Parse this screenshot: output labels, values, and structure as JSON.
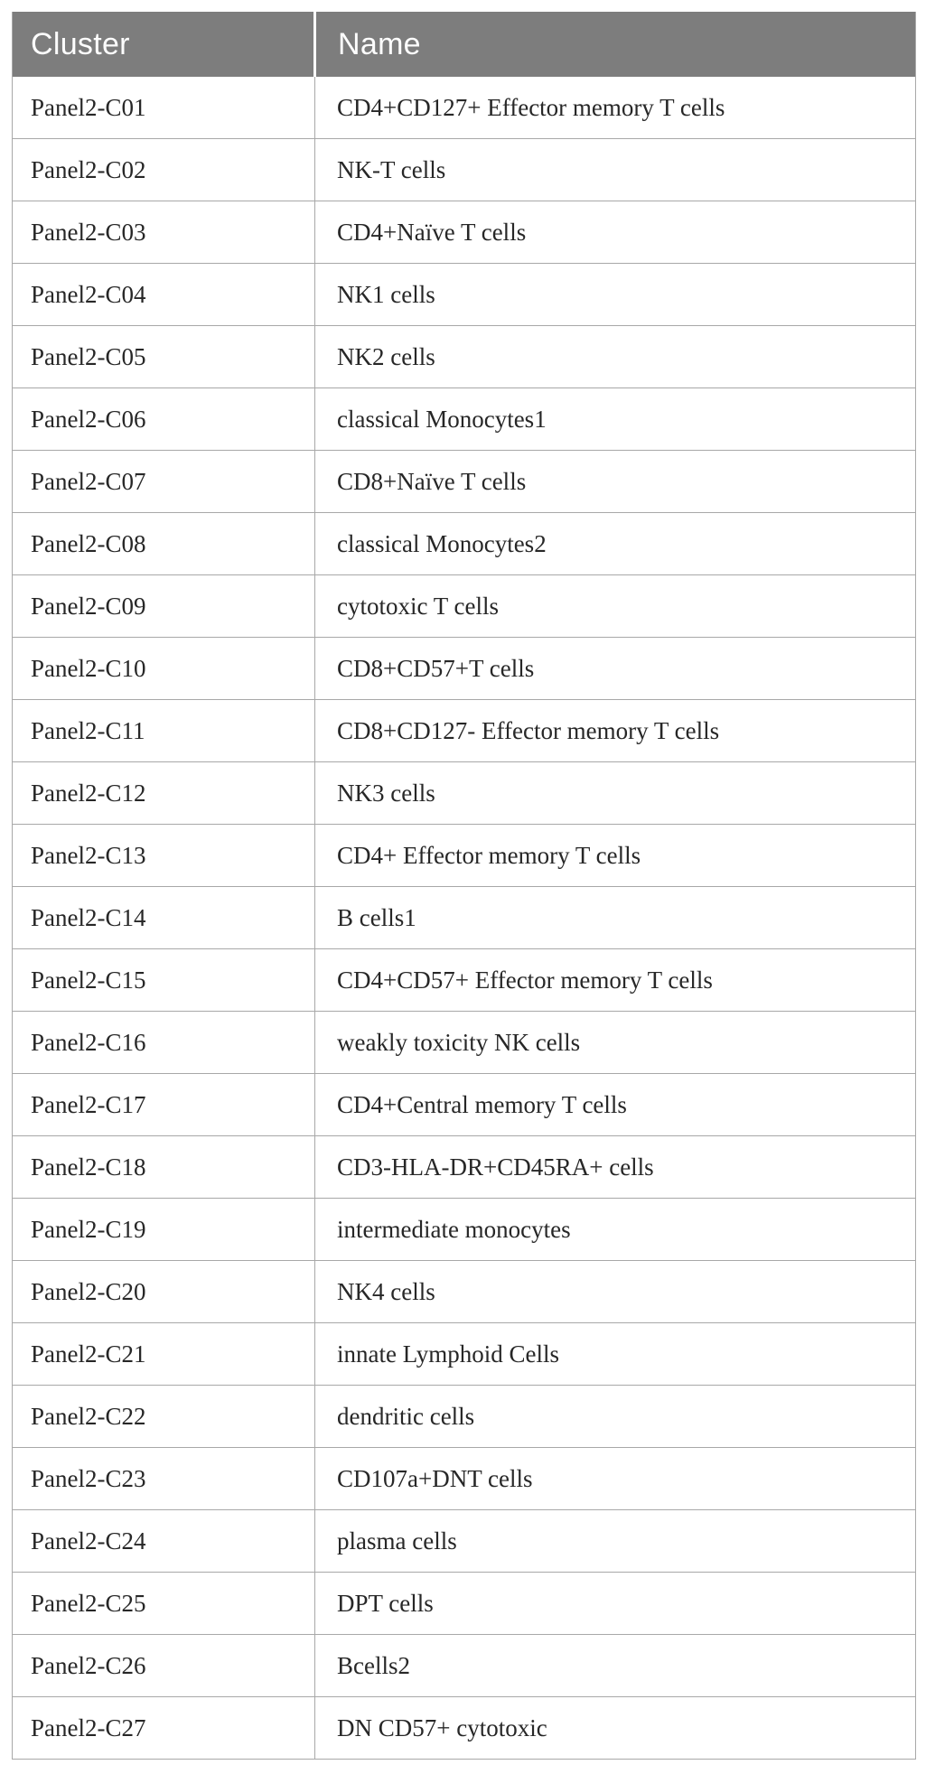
{
  "table": {
    "columns": {
      "cluster": "Cluster",
      "name": "Name"
    },
    "rows": [
      {
        "cluster": "Panel2-C01",
        "name": "CD4+CD127+ Effector memory T cells"
      },
      {
        "cluster": "Panel2-C02",
        "name": "NK-T cells"
      },
      {
        "cluster": "Panel2-C03",
        "name": "CD4+Naïve T cells"
      },
      {
        "cluster": "Panel2-C04",
        "name": "NK1 cells"
      },
      {
        "cluster": "Panel2-C05",
        "name": "NK2 cells"
      },
      {
        "cluster": "Panel2-C06",
        "name": "classical Monocytes1"
      },
      {
        "cluster": "Panel2-C07",
        "name": "CD8+Naïve T cells"
      },
      {
        "cluster": "Panel2-C08",
        "name": "classical Monocytes2"
      },
      {
        "cluster": "Panel2-C09",
        "name": "cytotoxic T cells"
      },
      {
        "cluster": "Panel2-C10",
        "name": "CD8+CD57+T cells"
      },
      {
        "cluster": "Panel2-C11",
        "name": "CD8+CD127- Effector memory T cells"
      },
      {
        "cluster": "Panel2-C12",
        "name": "NK3 cells"
      },
      {
        "cluster": "Panel2-C13",
        "name": "CD4+ Effector memory T cells"
      },
      {
        "cluster": "Panel2-C14",
        "name": "B cells1"
      },
      {
        "cluster": "Panel2-C15",
        "name": "CD4+CD57+ Effector memory T cells"
      },
      {
        "cluster": "Panel2-C16",
        "name": "weakly toxicity NK cells"
      },
      {
        "cluster": "Panel2-C17",
        "name": "CD4+Central memory T cells"
      },
      {
        "cluster": "Panel2-C18",
        "name": "CD3-HLA-DR+CD45RA+ cells"
      },
      {
        "cluster": "Panel2-C19",
        "name": "intermediate monocytes"
      },
      {
        "cluster": "Panel2-C20",
        "name": "NK4 cells"
      },
      {
        "cluster": "Panel2-C21",
        "name": "innate Lymphoid Cells"
      },
      {
        "cluster": "Panel2-C22",
        "name": "dendritic cells"
      },
      {
        "cluster": "Panel2-C23",
        "name": "CD107a+DNT cells"
      },
      {
        "cluster": "Panel2-C24",
        "name": "plasma cells"
      },
      {
        "cluster": "Panel2-C25",
        "name": "DPT cells"
      },
      {
        "cluster": "Panel2-C26",
        "name": "Bcells2"
      },
      {
        "cluster": "Panel2-C27",
        "name": "DN CD57+ cytotoxic"
      }
    ],
    "colors": {
      "header_bg": "#7d7d7d",
      "header_text": "#fdfdfd",
      "body_text": "#272727",
      "border": "#a8a8a8"
    }
  }
}
